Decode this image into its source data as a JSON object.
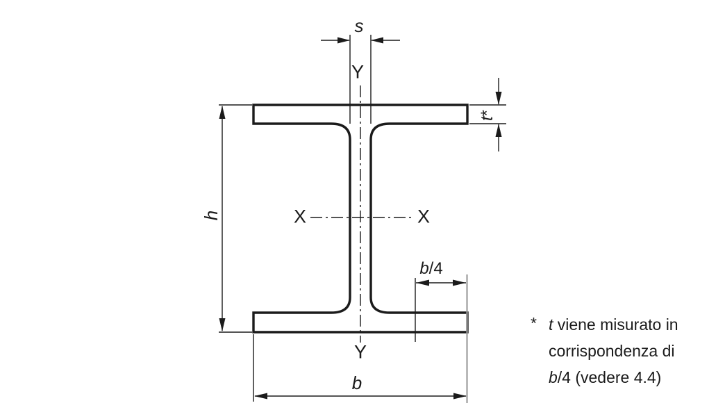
{
  "diagram": {
    "title_semantic": "I-beam (wide flange) cross-section with dimension annotations",
    "labels": {
      "web_thickness": "s",
      "y_axis_top": "Y",
      "y_axis_bottom": "Y",
      "x_axis_left": "X",
      "x_axis_right": "X",
      "section_height": "h",
      "flange_thickness_t": "t",
      "flange_thickness_star": "*",
      "quarter_width_b": "b",
      "quarter_width_rest": "/4",
      "section_width": "b"
    },
    "footnote": {
      "marker": "*",
      "line1_italic": "t",
      "line1_rest": " viene misurato in",
      "line2": "corrispondenza di",
      "line3_italic": "b",
      "line3_rest": "/4 (vedere 4.4)"
    },
    "colors": {
      "line": "#1b1b1b",
      "background": "#ffffff",
      "faded_extension_line": "#9c9c9c"
    }
  }
}
